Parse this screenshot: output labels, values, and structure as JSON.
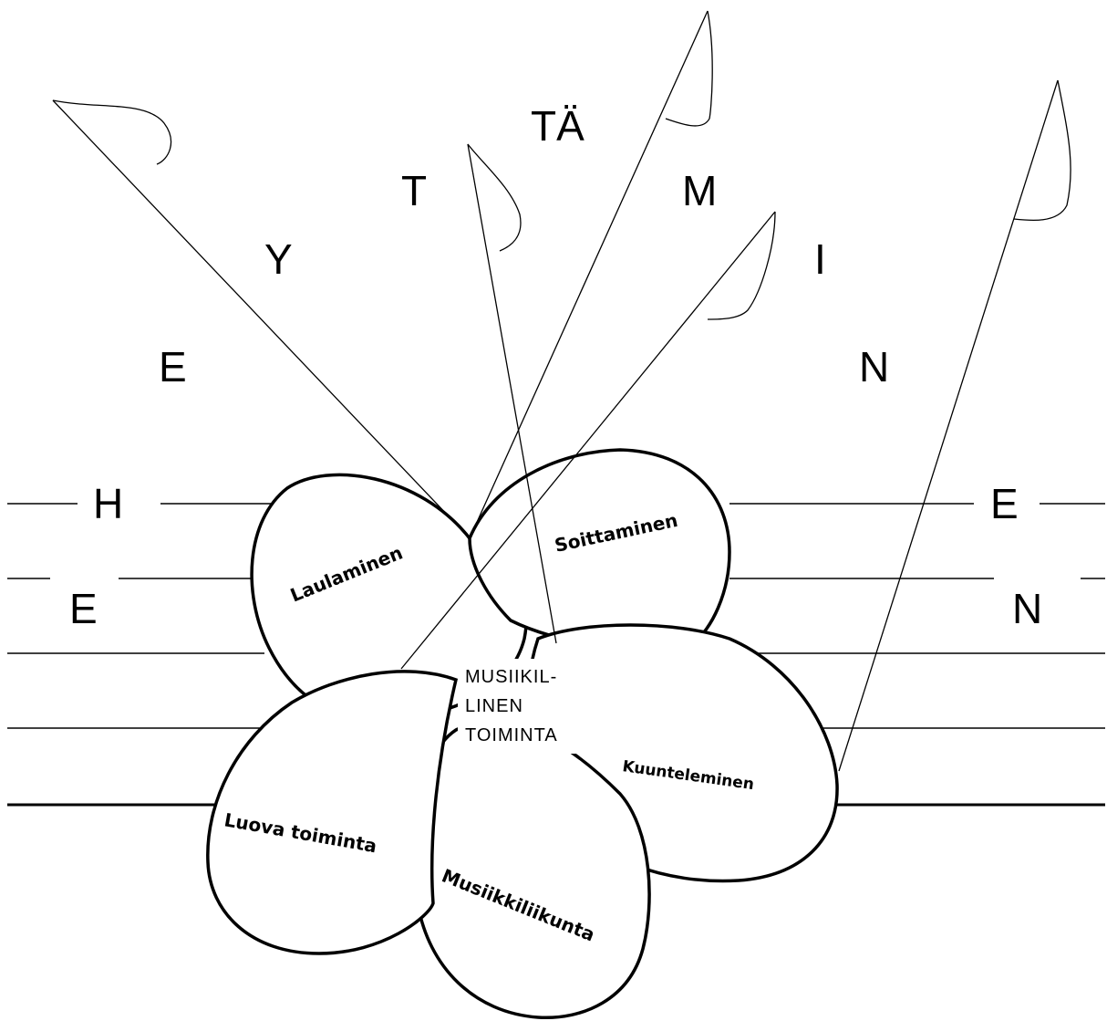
{
  "title_letters": [
    "H",
    "E",
    "Y",
    "T",
    "TÄ",
    "M",
    "I",
    "N",
    "E",
    "N"
  ],
  "staff_letters_left": [
    "H",
    "E"
  ],
  "staff_letters_right": [
    "E",
    "N"
  ],
  "arc_letters": [
    "E",
    "Y",
    "T",
    "TÄ",
    "M",
    "I",
    "N"
  ],
  "petals": [
    {
      "label": "Laulaminen"
    },
    {
      "label": "Soittaminen"
    },
    {
      "label": "Kuunteleminen"
    },
    {
      "label": "Musiikkiliikunta"
    },
    {
      "label": "Luova toiminta"
    }
  ],
  "center": {
    "lines": [
      "MUSIIKIL-",
      "LINEN",
      "TOIMINTA"
    ]
  }
}
